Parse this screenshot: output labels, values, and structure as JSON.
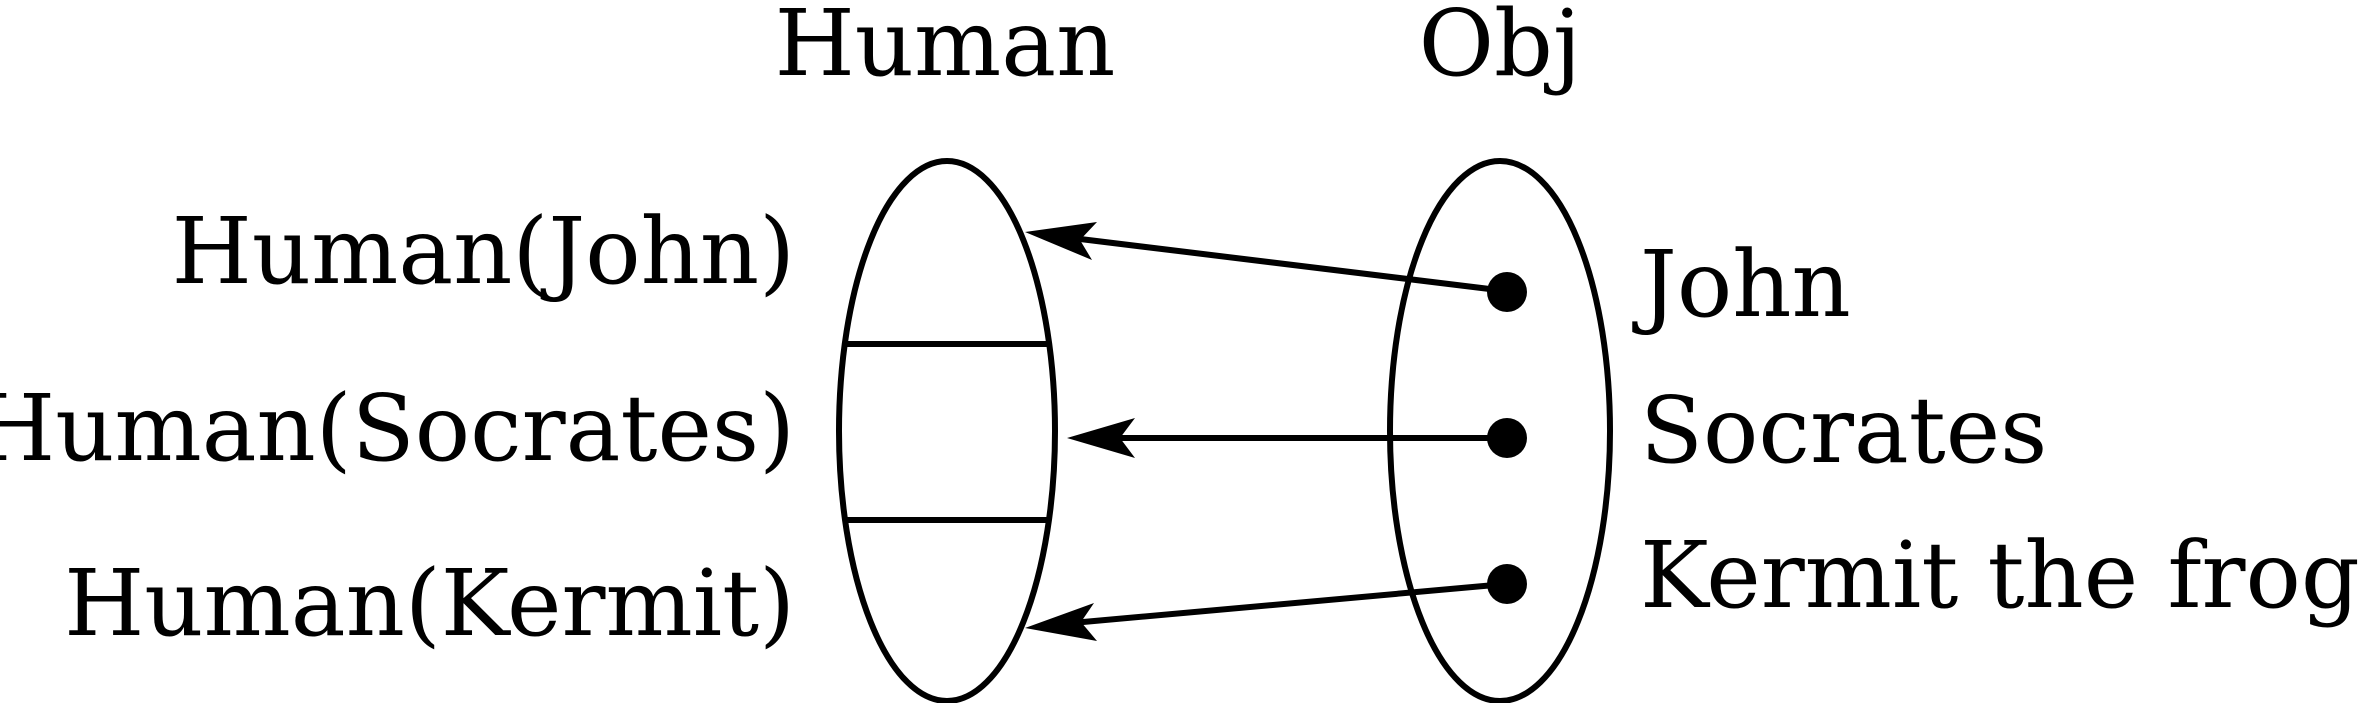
{
  "sets": {
    "left": {
      "title": "Human"
    },
    "right": {
      "title": "Obj"
    }
  },
  "predicates": [
    "Human(John)",
    "Human(Socrates)",
    "Human(Kermit)"
  ],
  "objects": [
    "John",
    "Socrates",
    "Kermit the frog"
  ],
  "mappings": [
    {
      "from": "John",
      "to": "Human(John)"
    },
    {
      "from": "Socrates",
      "to": "Human(Socrates)"
    },
    {
      "from": "Kermit the frog",
      "to": "Human(Kermit)"
    }
  ]
}
